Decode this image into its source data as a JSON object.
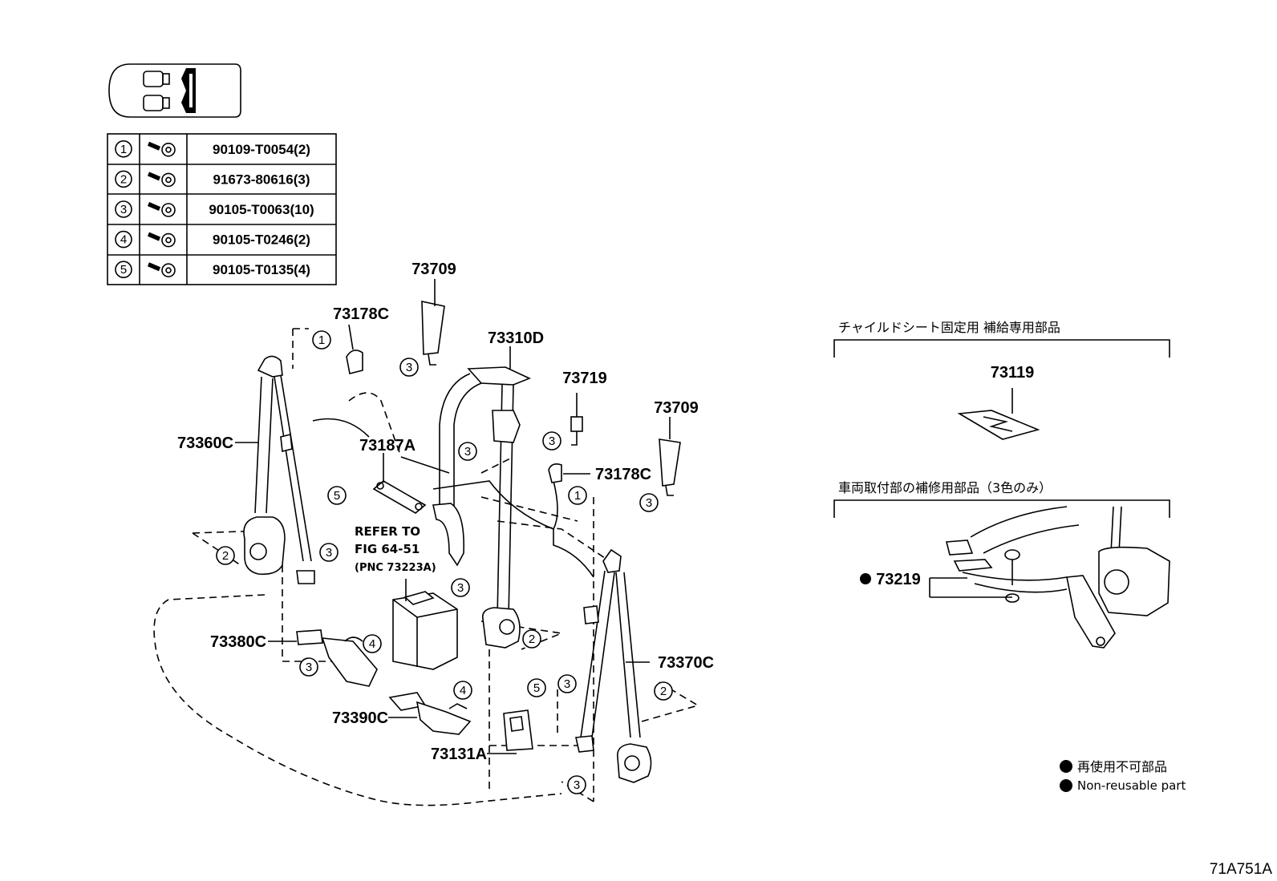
{
  "fasteners": [
    {
      "key": "1",
      "part_no": "90109-T0054(2)"
    },
    {
      "key": "2",
      "part_no": "91673-80616(3)"
    },
    {
      "key": "3",
      "part_no": "90105-T0063(10)"
    },
    {
      "key": "4",
      "part_no": "90105-T0246(2)"
    },
    {
      "key": "5",
      "part_no": "90105-T0135(4)"
    }
  ],
  "parts": {
    "p73709_a": "73709",
    "p73178c_a": "73178C",
    "p73310d": "73310D",
    "p73719": "73719",
    "p73709_b": "73709",
    "p73360c": "73360C",
    "p73187a": "73187A",
    "p73178c_b": "73178C",
    "p73380c": "73380C",
    "p73390c": "73390C",
    "p73131a": "73131A",
    "p73370c": "73370C",
    "p73119": "73119",
    "p73219": "73219"
  },
  "reference_note": [
    "REFER TO",
    "FIG 64-51",
    "(PNC 73223A)"
  ],
  "sections": {
    "child_seat_title": "チャイルドシート固定用  補給専用部品",
    "repair_title": "車両取付部の補修用部品（3色のみ）"
  },
  "legend": {
    "jp": "再使用不可部品",
    "en": "Non-reusable part"
  },
  "diagram_code": "71A751A"
}
